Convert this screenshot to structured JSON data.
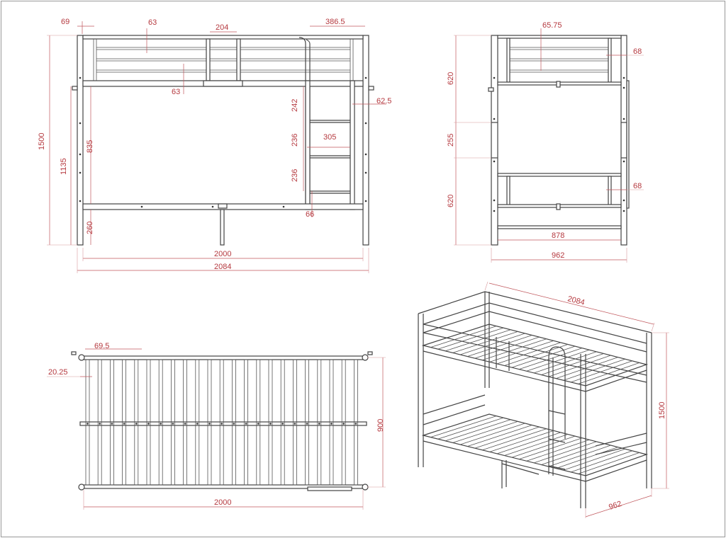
{
  "front_view": {
    "dims": {
      "post_width": "69",
      "rail_spacing_top": "63",
      "ladder_top_width": "204",
      "ladder_offset": "386.5",
      "rail_spacing_bottom": "63",
      "ladder_post_offset": "62.5",
      "rung_top": "242",
      "rung_spacing_1": "236",
      "ladder_width": "305",
      "rung_spacing_2": "236",
      "bed_clearance": "835",
      "upper_bed_height": "1135",
      "total_height": "1500",
      "lower_bed_height": "260",
      "ladder_foot": "66",
      "inner_length": "2000",
      "total_length": "2084"
    }
  },
  "side_view": {
    "dims": {
      "rail_spacing": "65.75",
      "guard_offset_top": "68",
      "upper_section": "620",
      "middle_section": "255",
      "lower_section": "620",
      "guard_offset_bottom": "68",
      "inner_width": "878",
      "total_width": "962"
    }
  },
  "slat_view": {
    "dims": {
      "slat_spacing": "69.5",
      "slat_edge": "20.25",
      "width": "900",
      "length": "2000"
    }
  },
  "iso_view": {
    "dims": {
      "length": "2084",
      "height": "1500",
      "width": "962"
    }
  },
  "colors": {
    "dimension": "#b5393f",
    "line": "#444444"
  }
}
